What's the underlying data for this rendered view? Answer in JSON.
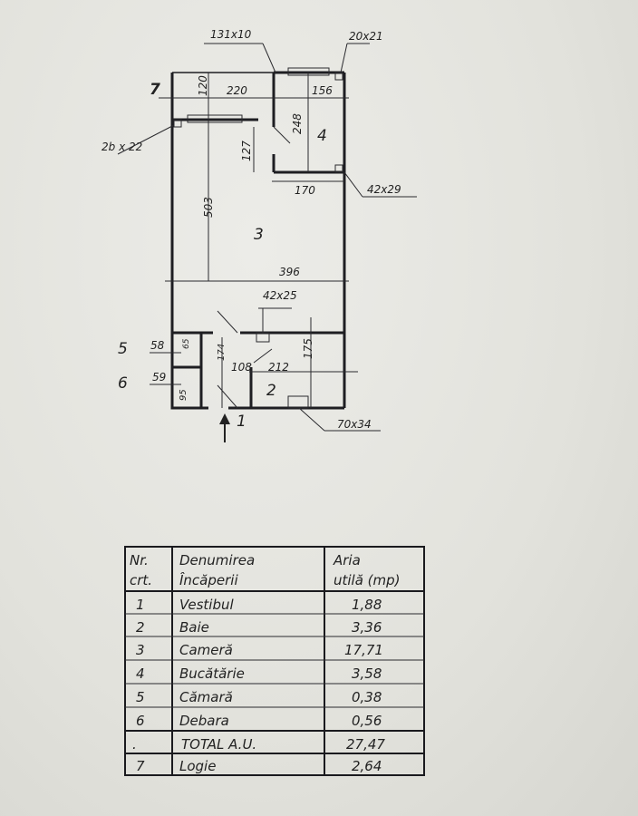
{
  "plan": {
    "labels": {
      "window_kitchen": "131x10",
      "duct_top": "20x21",
      "logia_number": "7",
      "logia_depth": "120",
      "logia_width": "220",
      "kitchen_width_top": "156",
      "kitchen_length": "248",
      "kitchen_number": "4",
      "column_left": "2b x 22",
      "door_height": "127",
      "kitchen_width": "170",
      "duct_kitchen": "42x29",
      "room_length": "503",
      "room_number": "3",
      "room_width": "396",
      "duct_bath": "42x25",
      "pantry_number": "5",
      "pantry_width": "58",
      "pantry_depth": "65",
      "hall_length": "174",
      "hall_width": "108",
      "bath_width": "212",
      "bath_length": "175",
      "storage_number": "6",
      "storage_width": "59",
      "storage_depth": "95",
      "bath_number": "2",
      "entry_number": "1",
      "duct_bottom": "70x34"
    }
  },
  "table": {
    "headers": {
      "nr": [
        "Nr.",
        "crt."
      ],
      "name": [
        "Denumirea",
        "Încăperii"
      ],
      "area": [
        "Aria",
        "utilă (mp)"
      ]
    },
    "rows": [
      {
        "nr": "1",
        "name": "Vestibul",
        "area": "1,88"
      },
      {
        "nr": "2",
        "name": "Baie",
        "area": "3,36"
      },
      {
        "nr": "3",
        "name": "Cameră",
        "area": "17,71"
      },
      {
        "nr": "4",
        "name": "Bucătărie",
        "area": "3,58"
      },
      {
        "nr": "5",
        "name": "Cămară",
        "area": "0,38"
      },
      {
        "nr": "6",
        "name": "Debara",
        "area": "0,56"
      }
    ],
    "total": {
      "nr": ".",
      "name": "TOTAL A.U.",
      "area": "27,47"
    },
    "extra": {
      "nr": "7",
      "name": "Logie",
      "area": "2,64"
    }
  }
}
